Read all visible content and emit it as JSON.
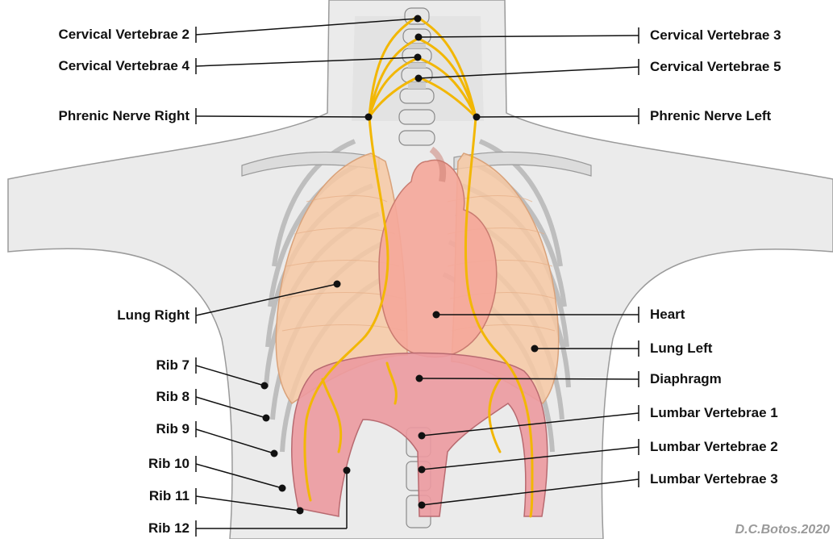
{
  "labels": {
    "cervical_2": "Cervical Vertebrae 2",
    "cervical_3": "Cervical Vertebrae 3",
    "cervical_4": "Cervical Vertebrae 4",
    "cervical_5": "Cervical Vertebrae 5",
    "phrenic_right": "Phrenic Nerve Right",
    "phrenic_left": "Phrenic Nerve Left",
    "lung_right": "Lung Right",
    "heart": "Heart",
    "lung_left": "Lung Left",
    "diaphragm": "Diaphragm",
    "rib_7": "Rib 7",
    "rib_8": "Rib 8",
    "rib_9": "Rib 9",
    "rib_10": "Rib 10",
    "rib_11": "Rib 11",
    "rib_12": "Rib 12",
    "lumbar_1": "Lumbar Vertebrae 1",
    "lumbar_2": "Lumbar Vertebrae 2",
    "lumbar_3": "Lumbar Vertebrae 3"
  },
  "credit": "D.C.Botos.2020",
  "colors": {
    "body": "#ebebeb",
    "outline": "#8a8a8a",
    "lung": "#f7c9a4",
    "heart": "#f5a79a",
    "diaphragm": "#ec9aa0",
    "nerve": "#f2b705",
    "bone": "#d4d4d4"
  }
}
